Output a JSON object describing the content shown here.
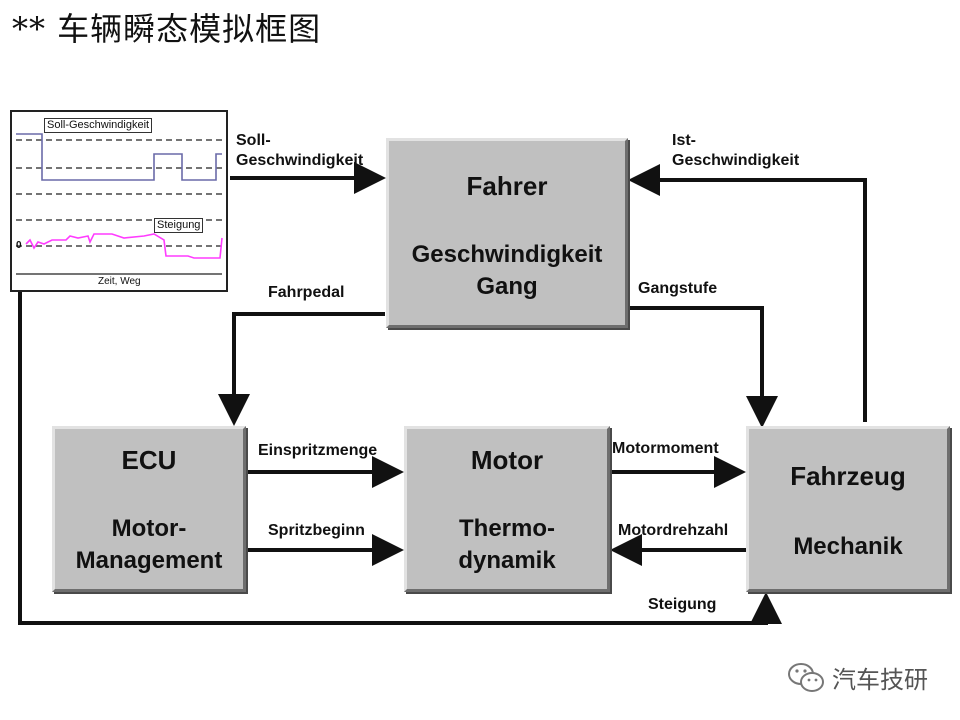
{
  "title": "** 车辆瞬态模拟框图",
  "boxes": {
    "fahrer": {
      "line1": "Fahrer",
      "line2": "Geschwindigkeit",
      "line3": "Gang"
    },
    "ecu": {
      "line1": "ECU",
      "line2": "Motor-",
      "line3": "Management"
    },
    "motor": {
      "line1": "Motor",
      "line2": "Thermo-",
      "line3": "dynamik"
    },
    "fahrzeug": {
      "line1": "Fahrzeug",
      "line2": "Mechanik"
    }
  },
  "signals": {
    "soll": [
      "Soll-",
      "Geschwindigkeit"
    ],
    "ist": [
      "Ist-",
      "Geschwindigkeit"
    ],
    "fahrpedal": "Fahrpedal",
    "gangstufe": "Gangstufe",
    "einspritzmenge": "Einspritzmenge",
    "spritzbeginn": "Spritzbeginn",
    "motormoment": "Motormoment",
    "motordrehzahl": "Motordrehzahl",
    "steigung": "Steigung"
  },
  "chart": {
    "series": [
      {
        "name": "Soll-Geschwindigkeit",
        "color": "#6a6aa8"
      },
      {
        "name": "Steigung",
        "color": "#ff3cff"
      }
    ],
    "zero_label": "0",
    "x_label": "Zeit, Weg"
  },
  "watermark": "汽车技研"
}
